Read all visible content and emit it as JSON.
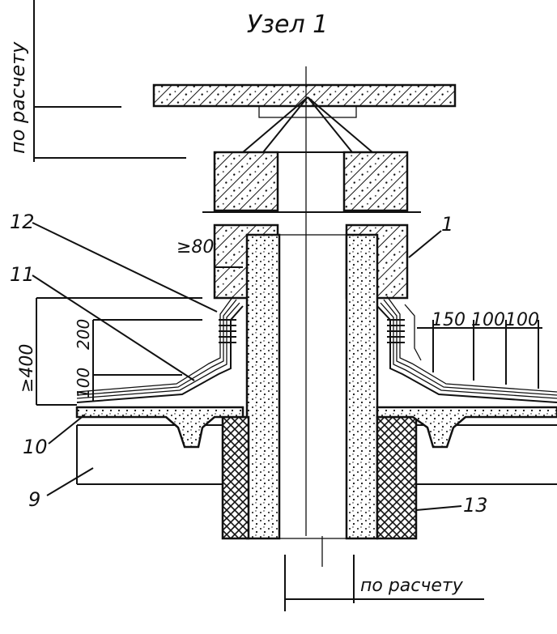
{
  "title": "Узел 1",
  "dimensions": {
    "left_vertical": "по расчету",
    "bottom": "по расчету",
    "upstand": "≥80",
    "height_total": "≥400",
    "height_200": "200",
    "height_100": "100",
    "overlap_150": "150",
    "overlap_100a": "100",
    "overlap_100b": "100"
  },
  "callouts": [
    "1",
    "9",
    "10",
    "11",
    "12",
    "13"
  ],
  "colors": {
    "ink": "#111111",
    "paper": "#ffffff"
  }
}
